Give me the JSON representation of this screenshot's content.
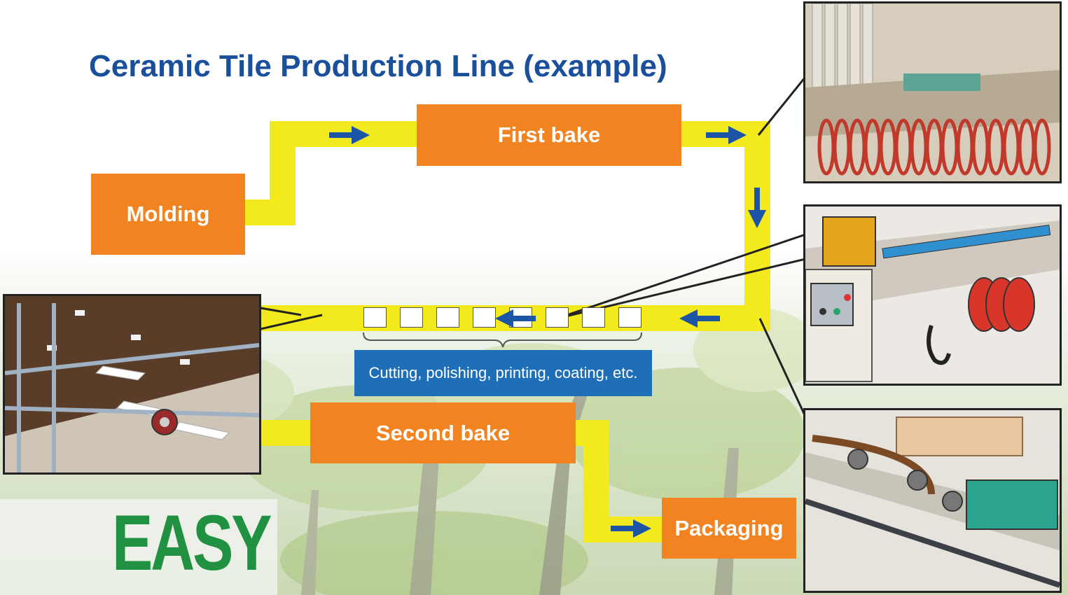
{
  "title": "Ceramic Tile Production Line (example)",
  "steps": {
    "molding": "Molding",
    "first_bake": "First bake",
    "processing": "Cutting, polishing, printing, coating, etc.",
    "second_bake": "Second bake",
    "packaging": "Packaging"
  },
  "tiles_count": 8,
  "logo_text": "EASY",
  "colors": {
    "title": "#1a4f9c",
    "step_box": "#f28321",
    "process_box": "#1f6fb8",
    "conveyor": "#f2ea1c",
    "arrow": "#1c55a6",
    "logo": "#1f9141"
  },
  "icons": [
    "flow-arrow-icon",
    "flow-arrow-icon",
    "flow-arrow-icon",
    "flow-arrow-icon",
    "flow-arrow-icon",
    "flow-arrow-icon"
  ]
}
